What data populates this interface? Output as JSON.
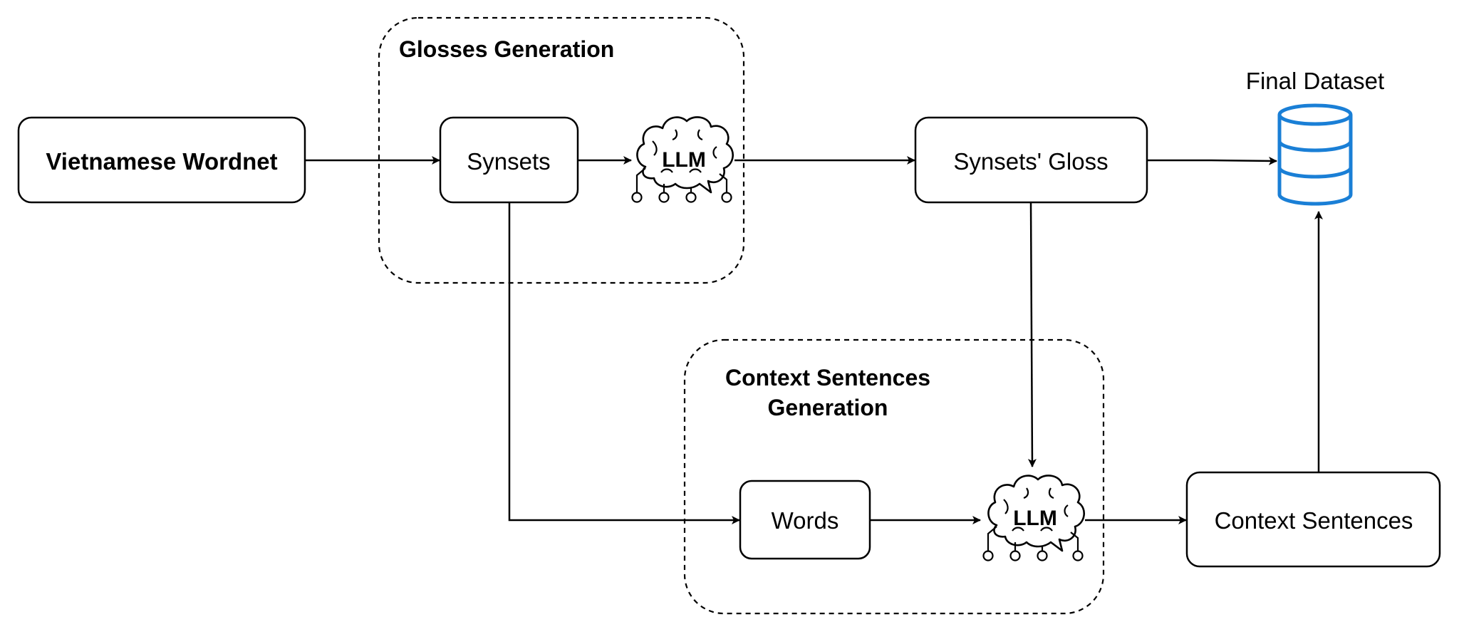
{
  "groups": {
    "glosses": {
      "title": "Glosses Generation"
    },
    "context": {
      "title_line1": "Context Sentences",
      "title_line2": "Generation"
    }
  },
  "nodes": {
    "wordnet": "Vietnamese Wordnet",
    "synsets": "Synsets",
    "synsets_gloss": "Synsets' Gloss",
    "words": "Words",
    "context_sentences": "Context Sentences",
    "final_dataset": "Final Dataset"
  },
  "llm": {
    "label": "LLM",
    "icon": "brain-circuit-icon"
  },
  "database": {
    "icon": "database-icon",
    "color": "#1a7fd6"
  }
}
